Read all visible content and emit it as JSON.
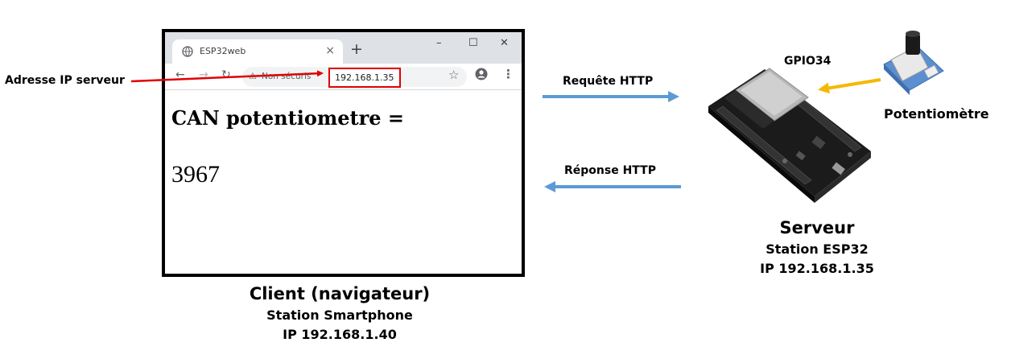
{
  "browser": {
    "tab_title": "ESP32web",
    "new_tab_symbol": "+",
    "not_secure_text": "Non sécuris",
    "url": "192.168.1.35",
    "page_heading": "CAN potentiometre =",
    "page_value": "3967"
  },
  "labels": {
    "ip_serveur": "Adresse IP serveur",
    "requete": "Requête HTTP",
    "reponse": "Réponse HTTP",
    "gpio": "GPIO34",
    "potentiometre": "Potentiomètre"
  },
  "client": {
    "title": "Client (navigateur)",
    "station": "Station Smartphone",
    "ip": "IP 192.168.1.40"
  },
  "server": {
    "title": "Serveur",
    "station": "Station ESP32",
    "ip": "IP 192.168.1.35"
  },
  "colors": {
    "red_arrow": "#e00000",
    "blue_arrow": "#5b9bd5",
    "yellow_arrow": "#f5b800",
    "board": "#1b1b1b",
    "potentiometer_board": "#5b8fd0"
  }
}
